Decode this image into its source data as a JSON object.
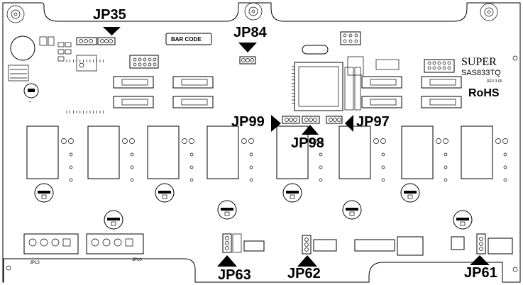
{
  "board": {
    "brand": "SUPER",
    "model": "SAS833TQ",
    "revision": "REV 3.00",
    "compliance": "RoHS",
    "barcode_label": "BAR CODE"
  },
  "jumpers": {
    "jp35": "JP35",
    "jp84": "JP84",
    "jp99": "JP99",
    "jp98": "JP98",
    "jp97": "JP97",
    "jp63": "JP63",
    "jp62": "JP62",
    "jp61": "JP61"
  },
  "connectors": {
    "jp13": "JP13",
    "jp10": "JP10"
  }
}
